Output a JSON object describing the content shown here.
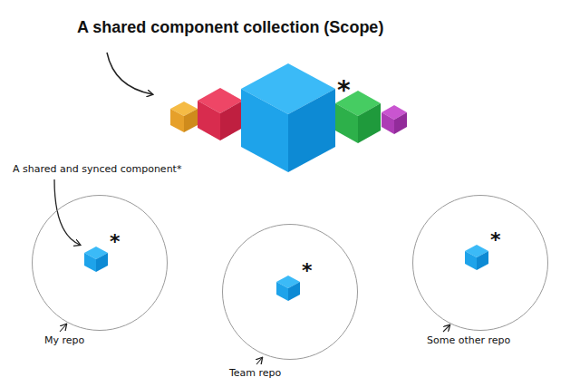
{
  "diagram": {
    "title": "A shared component collection (Scope)",
    "nodes": [
      {
        "text": [
          "*"
        ]
      },
      {
        "text": [
          "My repo"
        ]
      },
      {
        "text": [
          "*"
        ],
        "in": 1
      },
      {
        "text": [
          "Team repo"
        ]
      },
      {
        "text": [
          "*"
        ],
        "in": 3
      },
      {
        "text": [
          "Some other repo"
        ]
      },
      {
        "text": [
          "*"
        ],
        "in": 5
      }
    ],
    "edges": [
      {
        "from": 0,
        "to": 2,
        "arrow": "none"
      },
      {
        "from": 0,
        "to": 4,
        "arrow": "none"
      },
      {
        "from": 0,
        "to": 6,
        "arrow": "none"
      }
    ],
    "labels": [
      "A shared and synced component*"
    ]
  }
}
